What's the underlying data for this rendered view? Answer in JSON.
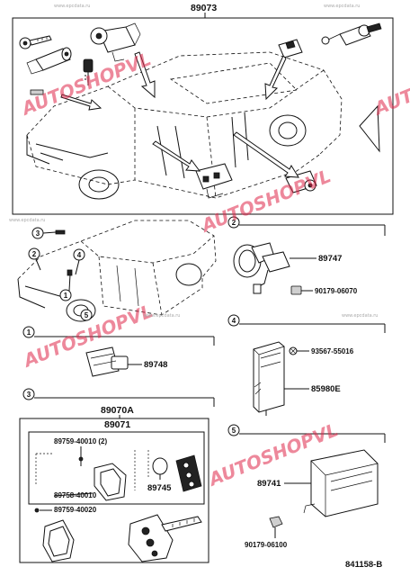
{
  "header": {
    "assembly_number": "89073"
  },
  "callouts": [
    "1",
    "2",
    "3",
    "4",
    "5"
  ],
  "parts": {
    "p89747": "89747",
    "p90179_06070": "90179-06070",
    "p89748": "89748",
    "p93567_55016": "93567-55016",
    "p85980E": "85980E",
    "p89070A": "89070A",
    "p89071": "89071",
    "p89759_40010": "89759-40010 (2)",
    "p89758_40010": "89758-40010",
    "p89745": "89745",
    "p89759_40020": "89759-40020",
    "p89741": "89741",
    "p90179_06100": "90179-06100"
  },
  "footer": {
    "figure_code": "841158-B"
  },
  "watermark": {
    "brand": "AUTOSHOPVL",
    "site": "www.epcdata.ru"
  },
  "colors": {
    "watermark_red": "#e0284a",
    "watermark_blue": "#5a6fd0",
    "line": "#111111"
  }
}
